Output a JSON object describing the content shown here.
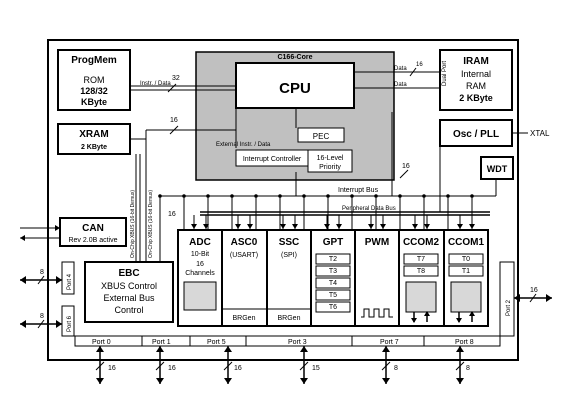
{
  "core": {
    "title": "C166-Core",
    "cpu": "CPU",
    "pec": "PEC",
    "interrupt_controller": "Interrupt Controller",
    "priority": [
      "16-Level",
      "Priority"
    ]
  },
  "progmem": {
    "title": "ProgMem",
    "lines": [
      "ROM",
      "128/32",
      "KByte"
    ]
  },
  "xram": {
    "title": "XRAM",
    "size": "2 KByte"
  },
  "iram": {
    "title": "IRAM",
    "lines": [
      "Internal",
      "RAM",
      "2 KByte"
    ]
  },
  "osc": {
    "title": "Osc / PLL",
    "pin": "XTAL"
  },
  "wdt": {
    "title": "WDT"
  },
  "can": {
    "title": "CAN",
    "sub": "Rev 2.0B active"
  },
  "ebc": {
    "title": "EBC",
    "lines": [
      "XBUS Control",
      "External Bus",
      "Control"
    ]
  },
  "buses": {
    "instr_data": "Instr. / Data",
    "data": "Data",
    "data2": "Data",
    "dual_port": "Dual Port",
    "external_instr_data": "External Instr. / Data",
    "interrupt_bus": "Interrupt Bus",
    "peripheral_data_bus": "Peripheral Data Bus",
    "can_vertical_1": "On-Chip XBUS (16-bit Demux)",
    "can_vertical_2": "On-Chip XBUS (16-bit Demux)"
  },
  "widths": {
    "w16": "16",
    "w32": "32",
    "w8": "8",
    "w15": "15"
  },
  "peripherals": {
    "adc": {
      "title": "ADC",
      "lines": [
        "10-Bit",
        "16",
        "Channels"
      ]
    },
    "asc0": {
      "title": "ASC0",
      "sub": "(USART)",
      "foot": "BRGen"
    },
    "ssc": {
      "title": "SSC",
      "sub": "(SPI)",
      "foot": "BRGen"
    },
    "gpt": {
      "title": "GPT",
      "timers": [
        "T2",
        "T3",
        "T4",
        "T5",
        "T6"
      ]
    },
    "pwm": {
      "title": "PWM"
    },
    "ccom2": {
      "title": "CCOM2",
      "timers": [
        "T7",
        "T8"
      ]
    },
    "ccom1": {
      "title": "CCOM1",
      "timers": [
        "T0",
        "T1"
      ]
    }
  },
  "ports": {
    "port4": "Port 4",
    "port6": "Port 6",
    "port2": "Port 2",
    "bottom": [
      "Port 0",
      "Port 1",
      "Port 5",
      "Port 3",
      "Port 7",
      "Port 8"
    ]
  }
}
